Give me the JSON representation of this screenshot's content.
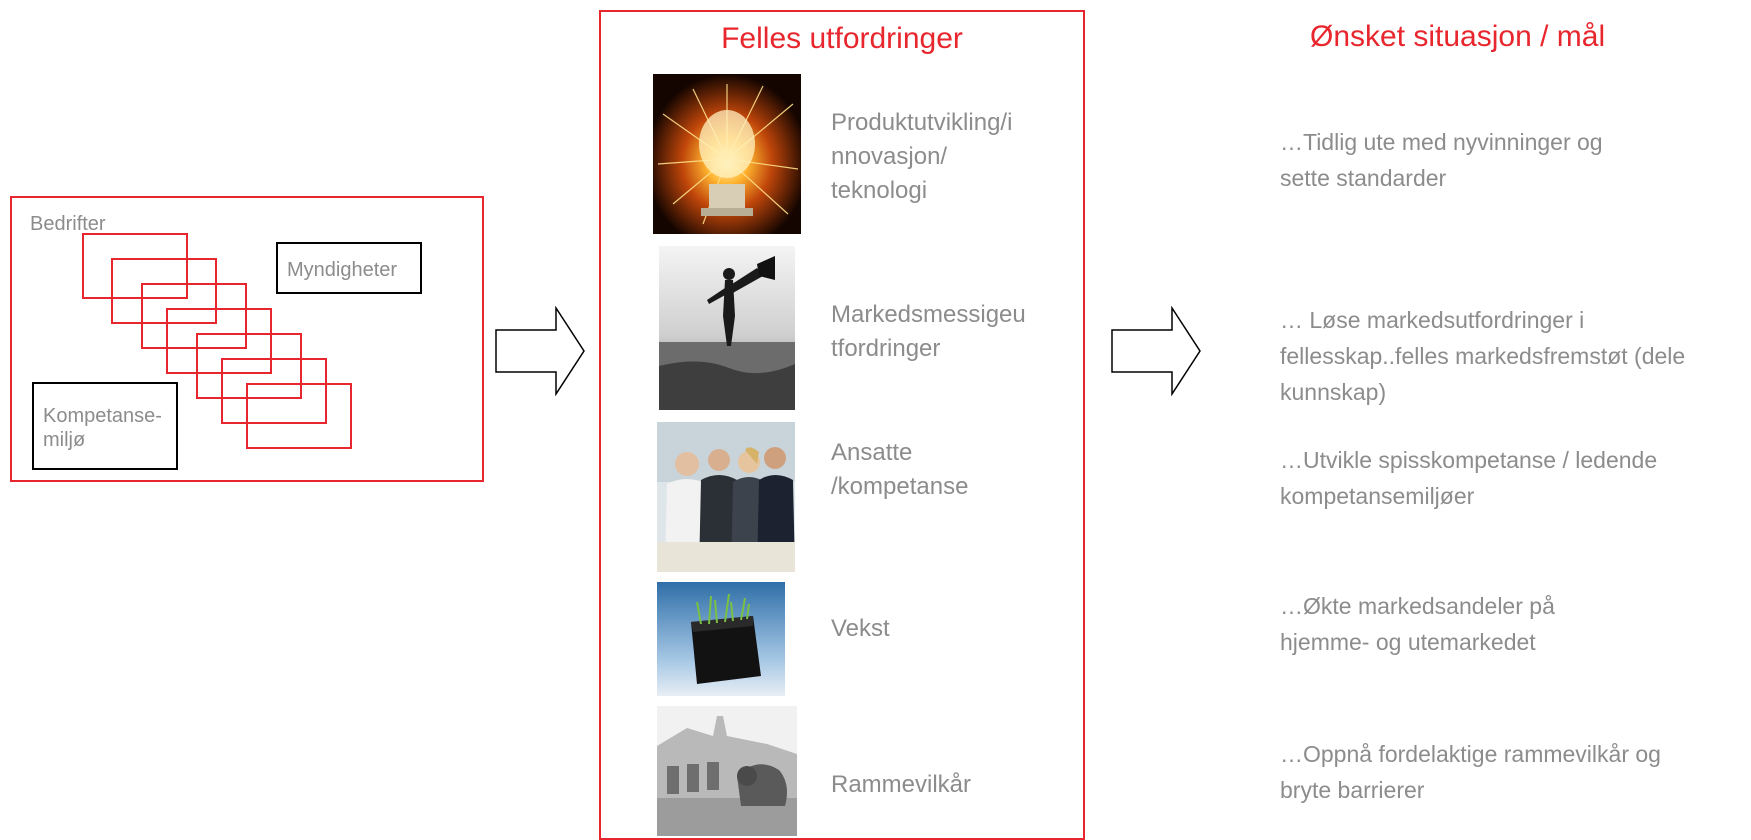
{
  "diagram": {
    "left_panel": {
      "companies_label": "Bedrifter",
      "authorities_label": "Myndigheter",
      "competence_label": "Kompetanse-\nmiljø"
    },
    "middle_panel": {
      "title": "Felles utfordringer",
      "rows": [
        {
          "label": "Produktutvikling/i\nnnovasjon/\nteknologi",
          "image": "lightbulb-sparks-photo"
        },
        {
          "label": "Markedsmessigeu\ntfordringer",
          "image": "megaphone-person-photo"
        },
        {
          "label": "Ansatte\n/kompetanse",
          "image": "business-team-photo"
        },
        {
          "label": "Vekst",
          "image": "wallet-grass-photo"
        },
        {
          "label": "Rammevilkår",
          "image": "parliament-lion-photo"
        }
      ]
    },
    "right_panel": {
      "title": "Ønsket situasjon / mål",
      "goals": [
        "…Tidlig ute med nyvinninger og\nsette standarder",
        "… Løse markedsutfordringer i\nfellesskap..felles markedsfremstøt (dele\nkunnskap)",
        "…Utvikle spisskompetanse / ledende\nkompetansemiljøer",
        "…Økte markedsandeler på\nhjemme- og utemarkedet",
        "…Oppnå fordelaktige rammevilkår og\nbryte barrierer"
      ]
    },
    "colors": {
      "accent": "#e8262d",
      "text": "#8c8c8c",
      "outline": "#000000"
    }
  }
}
